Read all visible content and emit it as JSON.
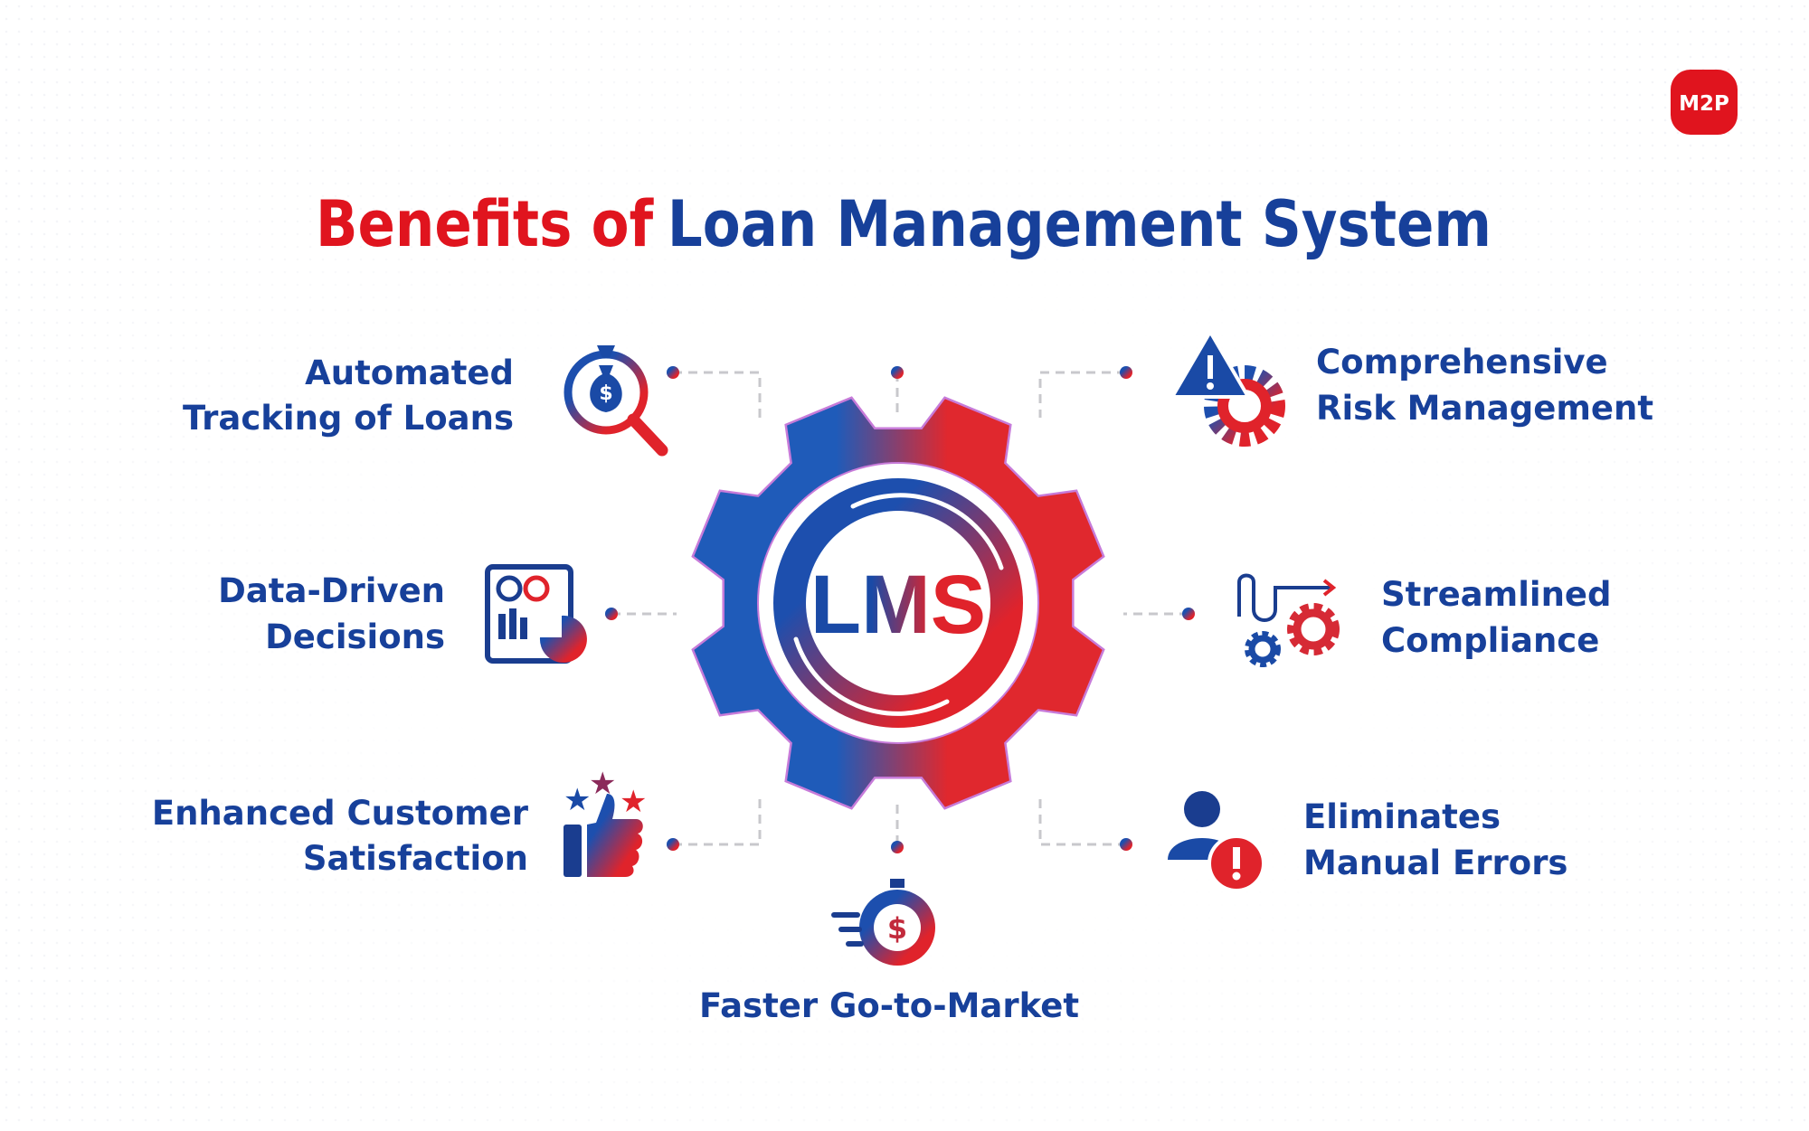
{
  "title": {
    "part1": "Benefits of",
    "part2": "Loan Management System"
  },
  "logo": {
    "text": "M2P"
  },
  "center": {
    "text": "LMS"
  },
  "benefits": [
    {
      "line1": "Automated",
      "line2": "Tracking of Loans",
      "icon": "money-bag-magnifier-icon"
    },
    {
      "line1": "Data-Driven",
      "line2": "Decisions",
      "icon": "report-chart-icon"
    },
    {
      "line1": "Enhanced Customer",
      "line2": "Satisfaction",
      "icon": "thumbs-up-stars-icon"
    },
    {
      "line1": "Comprehensive",
      "line2": "Risk Management",
      "icon": "warning-gear-icon"
    },
    {
      "line1": "Streamlined",
      "line2": "Compliance",
      "icon": "gears-flow-icon"
    },
    {
      "line1": "Eliminates",
      "line2": "Manual Errors",
      "icon": "user-alert-icon"
    },
    {
      "line1": "Faster Go-to-Market",
      "icon": "stopwatch-dollar-icon"
    }
  ],
  "colors": {
    "blue": "#17409a",
    "red": "#e0141e",
    "gear_blue": "#1f5bb9",
    "gear_red": "#e0282e"
  }
}
